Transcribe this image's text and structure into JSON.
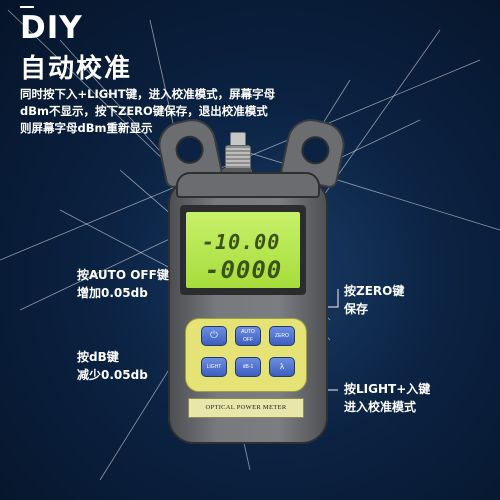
{
  "header": {
    "title": "DIY",
    "subtitle": "自动校准",
    "description": [
      "同时按下入+LIGHT键，进入校准模式，屏幕字母",
      "dBm不显示，按下ZERO键保存，退出校准模式",
      "则屏幕字母dBm重新显示"
    ]
  },
  "device": {
    "lcd_top": "-10.00",
    "lcd_bottom": "-0000",
    "buttons": {
      "power": "⏻",
      "auto_off": "AUTO OFF",
      "zero": "ZERO",
      "light": "LIGHT",
      "db": "dB-1",
      "wavelength": "λ"
    },
    "plate": "OPTICAL POWER METER"
  },
  "annotations": {
    "auto_off": [
      "按AUTO OFF键",
      "增加0.05db"
    ],
    "db": [
      "按dB键",
      "减少0.05db"
    ],
    "zero": [
      "按ZERO键",
      "保存"
    ],
    "light": [
      "按LIGHT+入键",
      "进入校准模式"
    ]
  }
}
